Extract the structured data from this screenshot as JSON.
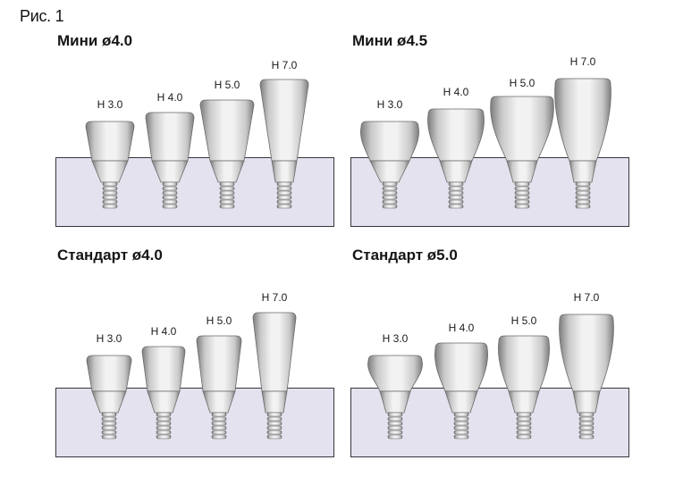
{
  "figure_label": "Рис. 1",
  "panels": [
    {
      "title": "Мини ø4.0",
      "heights": [
        "H 3.0",
        "H 4.0",
        "H 5.0",
        "H 7.0"
      ]
    },
    {
      "title": "Мини ø4.5",
      "heights": [
        "H 3.0",
        "H 4.0",
        "H 5.0",
        "H 7.0"
      ]
    },
    {
      "title": "Стандарт  ø4.0",
      "heights": [
        "H 3.0",
        "H 4.0",
        "H 5.0",
        "H 7.0"
      ]
    },
    {
      "title": "Стандарт ø5.0",
      "heights": [
        "H 3.0",
        "H 4.0",
        "H 5.0",
        "H 7.0"
      ]
    }
  ],
  "colors": {
    "gum_fill": "#e5e2ef",
    "gum_border": "#35353d",
    "metal_light": "#f2f2f2",
    "metal_mid": "#c9c9c9",
    "metal_dark": "#7d7d7d"
  },
  "icons": [
    "abutment-icon"
  ]
}
